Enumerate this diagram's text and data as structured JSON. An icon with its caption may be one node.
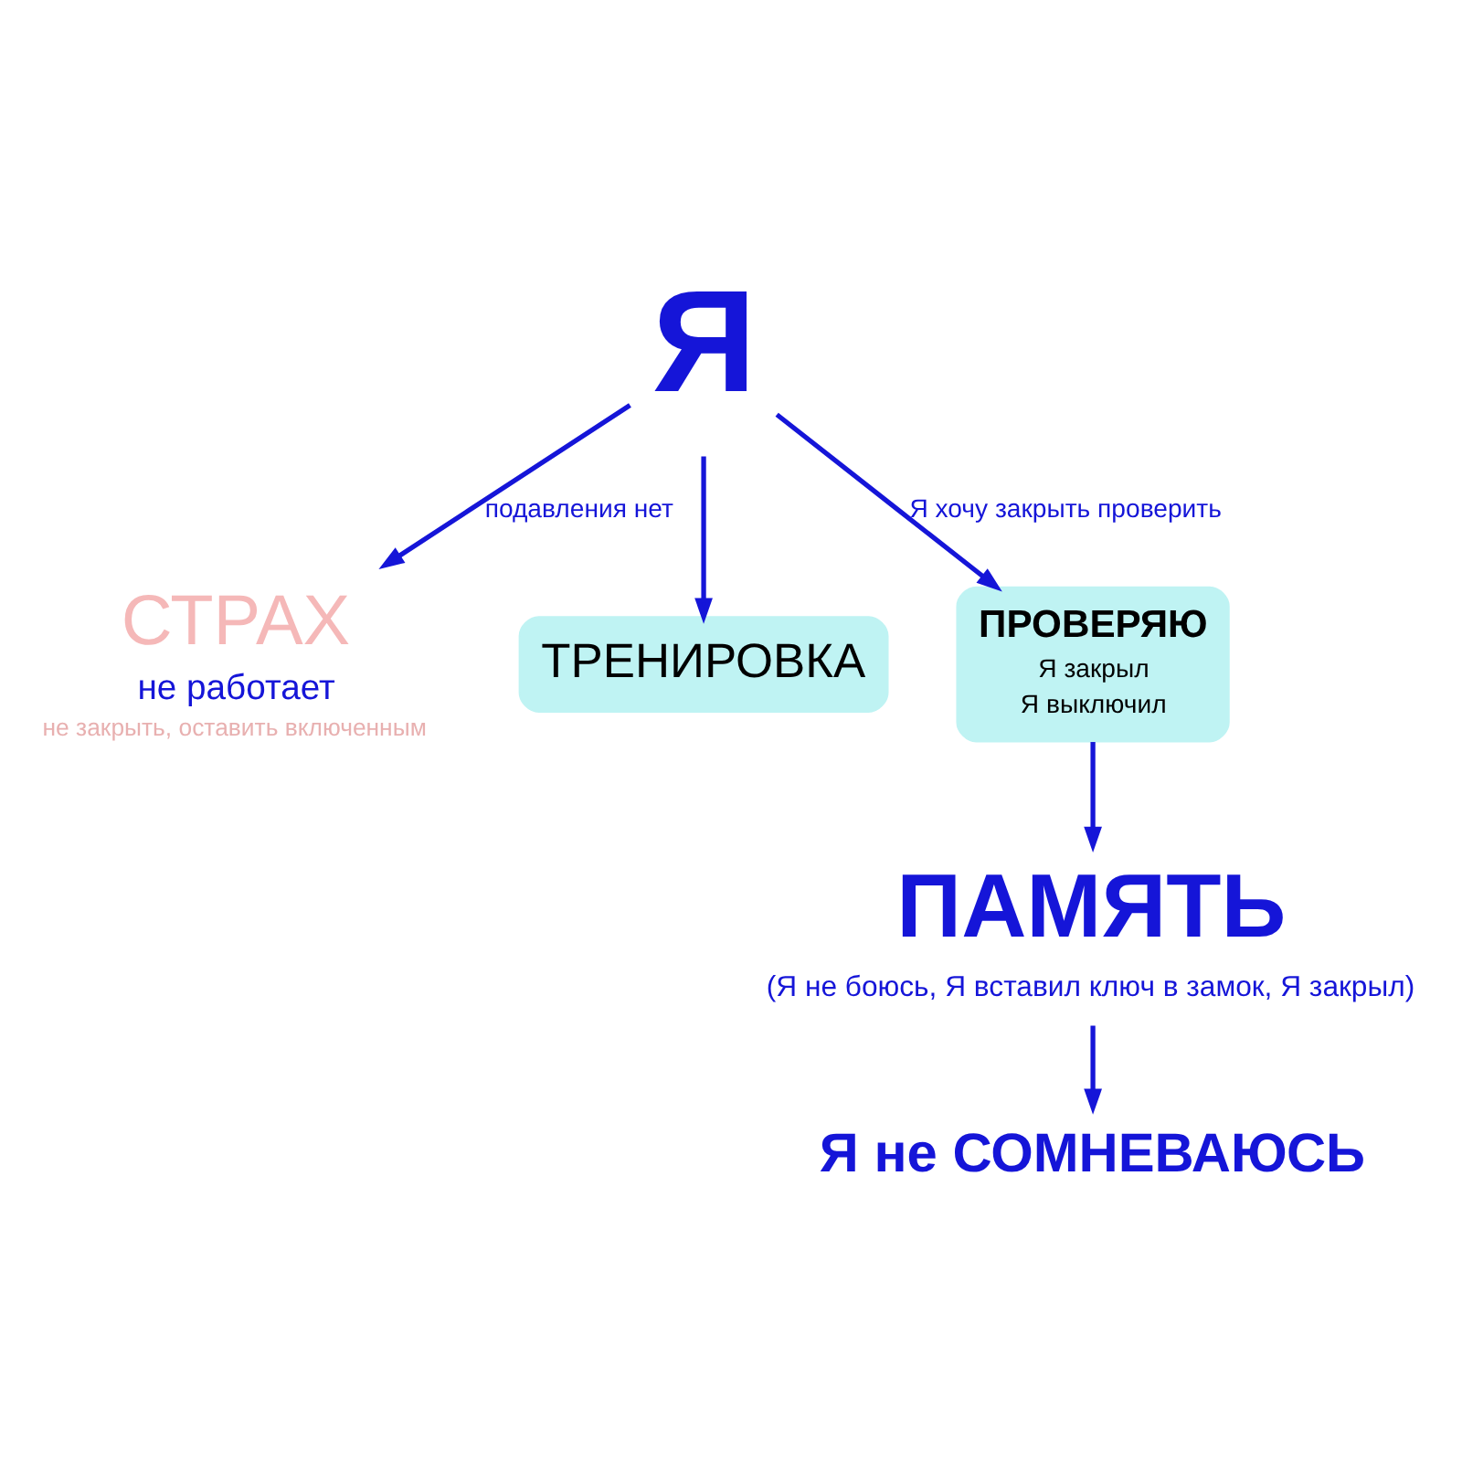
{
  "diagram": {
    "nodes": [
      {
        "text": [
          "Я"
        ]
      },
      {
        "text": [
          "СТРАХ",
          "не работает",
          "не закрыть, оставить включенным"
        ]
      },
      {
        "text": [
          "ТРЕНИРОВКА"
        ]
      },
      {
        "text": [
          "ПРОВЕРЯЮ",
          "Я закрыл",
          "Я выключил"
        ]
      },
      {
        "text": [
          "ПАМЯТЬ",
          "(Я не боюсь, Я вставил ключ в замок, Я закрыл)"
        ]
      },
      {
        "text": [
          "Я не СОМНЕВАЮСЬ"
        ]
      }
    ],
    "edges": [
      {
        "from": 0,
        "to": 1,
        "arrow": "to",
        "label": "подавления нет"
      },
      {
        "from": 0,
        "to": 2,
        "arrow": "to"
      },
      {
        "from": 0,
        "to": 3,
        "arrow": "to",
        "label": "Я хочу закрыть проверить"
      },
      {
        "from": 3,
        "to": 4,
        "arrow": "to"
      },
      {
        "from": 4,
        "to": 5,
        "arrow": "to"
      }
    ]
  }
}
